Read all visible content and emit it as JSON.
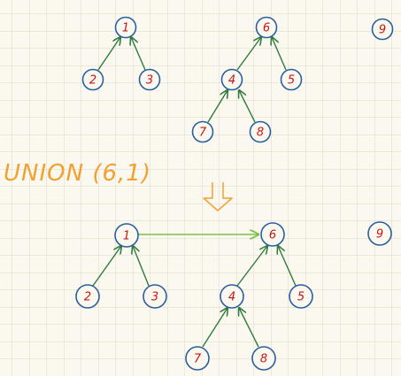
{
  "operation": {
    "label": "UNION (6,1)"
  },
  "before": {
    "nodes": [
      "1",
      "2",
      "3",
      "6",
      "4",
      "5",
      "7",
      "8",
      "9"
    ],
    "edges": [
      [
        "2",
        "1"
      ],
      [
        "3",
        "1"
      ],
      [
        "4",
        "6"
      ],
      [
        "5",
        "6"
      ],
      [
        "7",
        "4"
      ],
      [
        "8",
        "4"
      ]
    ]
  },
  "after": {
    "nodes": [
      "1",
      "2",
      "3",
      "6",
      "4",
      "5",
      "7",
      "8",
      "9"
    ],
    "edges": [
      [
        "2",
        "1"
      ],
      [
        "3",
        "1"
      ],
      [
        "4",
        "6"
      ],
      [
        "5",
        "6"
      ],
      [
        "7",
        "4"
      ],
      [
        "8",
        "4"
      ]
    ],
    "union_link": [
      "1",
      "6"
    ]
  },
  "colors": {
    "paper": "#fbf8ef",
    "grid": "#ddd9cc",
    "node_stroke": "#2a5f9e",
    "node_text": "#c91515",
    "edge": "#2d7b3e",
    "union_edge": "#7bbf4a",
    "accent": "#f0a130"
  }
}
